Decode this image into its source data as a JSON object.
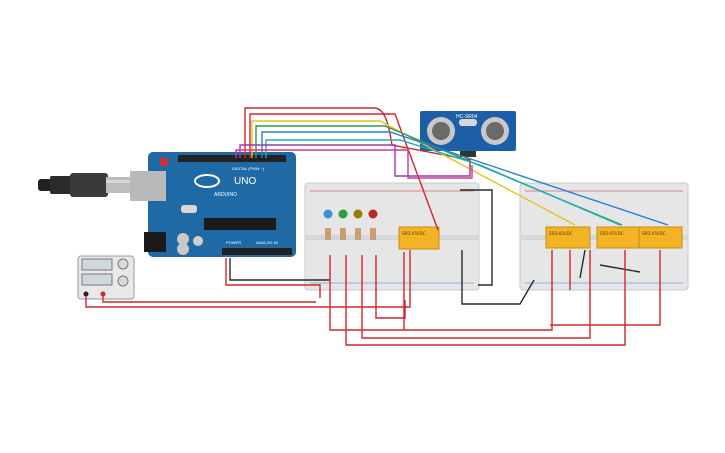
{
  "arduino": {
    "model": "UNO",
    "brand": "ARDUINO",
    "digital_label": "DIGITAL (PWM ~)",
    "power_label": "POWER",
    "analog_label": "ANALOG IN"
  },
  "sensor": {
    "model": "HC-SR04"
  },
  "relays": [
    {
      "label": "SRD-05VDC"
    },
    {
      "label": "SRD-05VDC"
    },
    {
      "label": "SRD-05VDC"
    },
    {
      "label": "SRD-05VDC"
    }
  ],
  "leds": [
    {
      "color": "#3a8fd8"
    },
    {
      "color": "#2e9e3a"
    },
    {
      "color": "#9a7a10"
    },
    {
      "color": "#c0281e"
    }
  ],
  "wire_colors": {
    "red": "#d0262a",
    "black": "#2a2a2a",
    "yellow": "#e8c21a",
    "green": "#2aa04a",
    "blue": "#2a7fd4",
    "cyan": "#1bb0b8",
    "purple": "#9a3ab0",
    "pink": "#d03a8a"
  },
  "colors": {
    "arduino_board": "#1f6aa5",
    "breadboard": "#e6e6e6",
    "relay": "#f4b324",
    "sensor_board": "#1d5ea8",
    "supply_body": "#e8e8e8"
  }
}
